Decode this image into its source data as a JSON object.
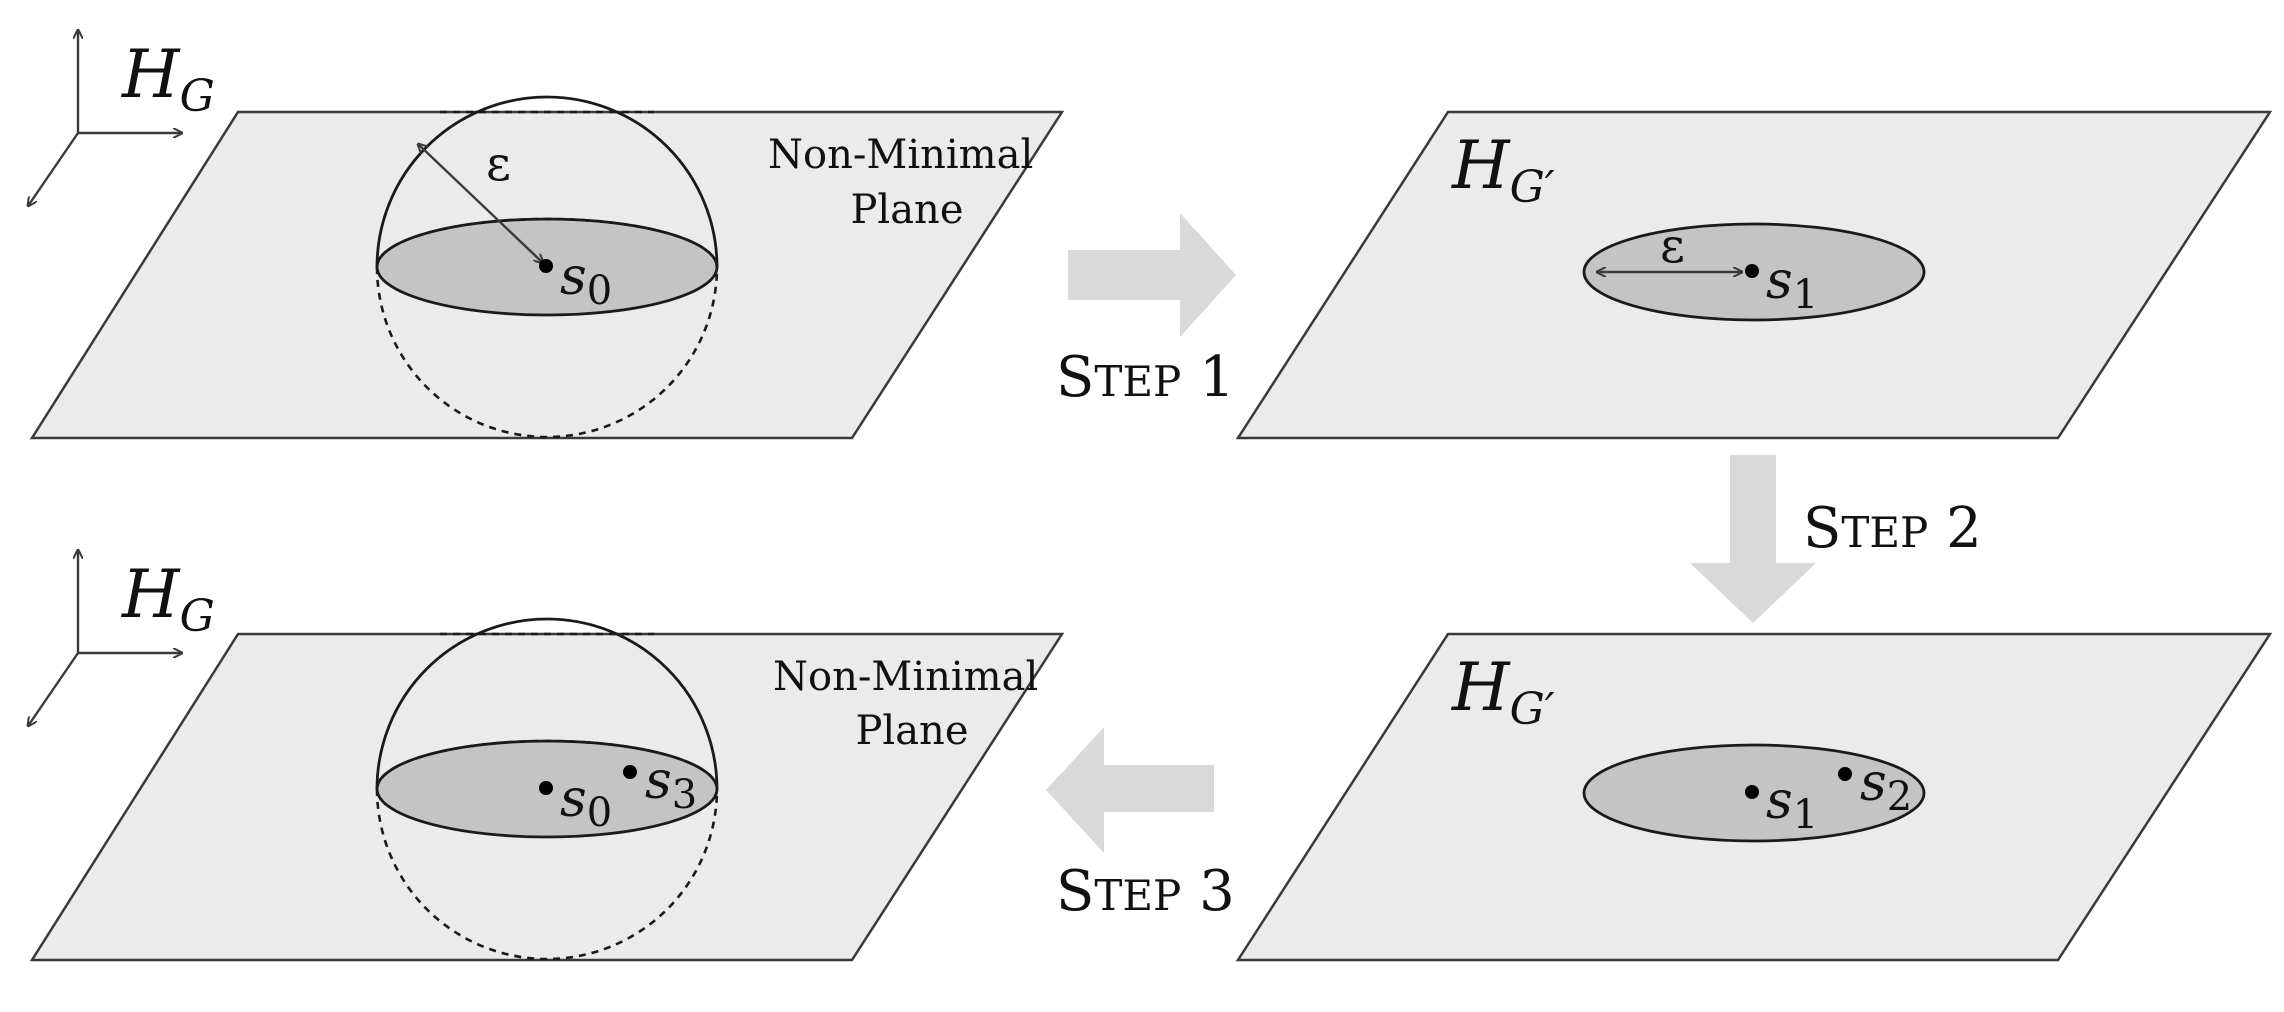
{
  "panels": [
    {
      "id": "top-left",
      "space_label": "H",
      "space_sub": "G",
      "plane_text": [
        "Non-Minimal",
        "Plane"
      ],
      "radius_label": "ε",
      "points": [
        {
          "base": "s",
          "sub": "0"
        }
      ]
    },
    {
      "id": "top-right",
      "space_label": "H",
      "space_sub": "G′",
      "radius_label": "ε",
      "points": [
        {
          "base": "s",
          "sub": "1"
        }
      ]
    },
    {
      "id": "bottom-right",
      "space_label": "H",
      "space_sub": "G′",
      "points": [
        {
          "base": "s",
          "sub": "1"
        },
        {
          "base": "s",
          "sub": "2"
        }
      ]
    },
    {
      "id": "bottom-left",
      "space_label": "H",
      "space_sub": "G",
      "plane_text": [
        "Non-Minimal",
        "Plane"
      ],
      "points": [
        {
          "base": "s",
          "sub": "0"
        },
        {
          "base": "s",
          "sub": "3"
        }
      ]
    }
  ],
  "steps": [
    {
      "first": "S",
      "rest": "TEP",
      "num": "1"
    },
    {
      "first": "S",
      "rest": "TEP",
      "num": "2"
    },
    {
      "first": "S",
      "rest": "TEP",
      "num": "3"
    }
  ],
  "colors": {
    "plane": "#ebebeb",
    "disk": "#c4c4c4",
    "arrow": "#d9d9d9",
    "stroke": "#1a1a1a"
  }
}
